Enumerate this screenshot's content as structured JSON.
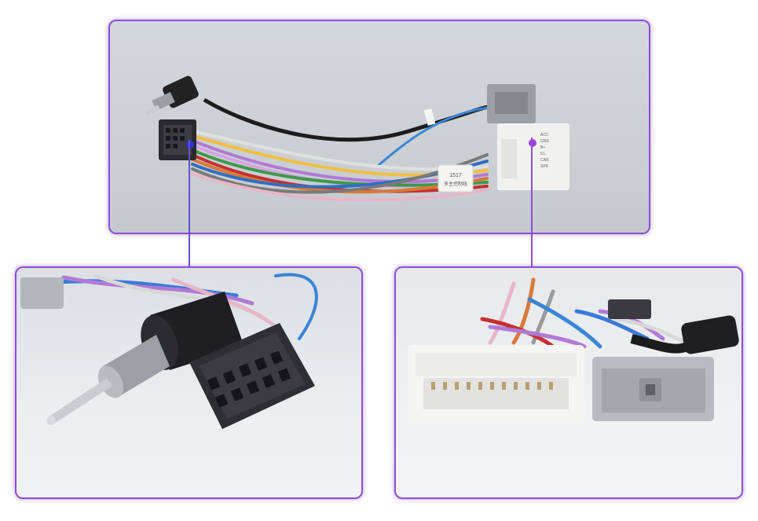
{
  "image": {
    "description_free": true
  },
  "labels": {
    "top_tag": "1517",
    "top_tag_sub": "多主控制线",
    "connector_print_1": "ACC",
    "connector_print_2": "GND",
    "connector_print_3": "B+",
    "connector_print_4": "ILL",
    "connector_print_5": "CAN",
    "connector_print_6": "SPK"
  },
  "colors": {
    "frame": "#8e4fd6",
    "highlight_dot": "#a040e0"
  },
  "icons": [
    "leader-dot",
    "leader-dot"
  ]
}
